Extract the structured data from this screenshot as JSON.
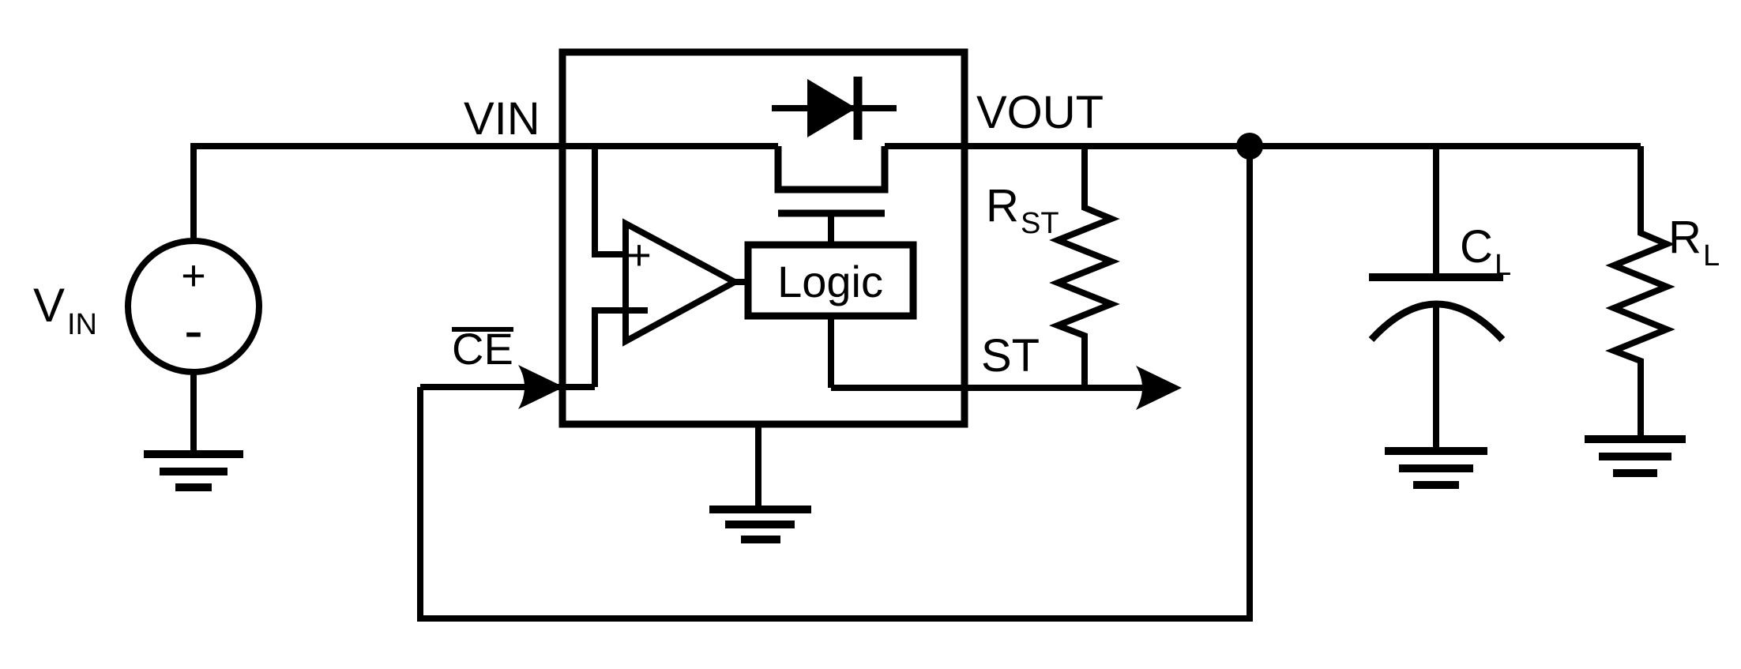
{
  "schematic": {
    "colors": {
      "ink": "#000000",
      "background": "#ffffff"
    },
    "source": {
      "label_main": "V",
      "label_sub": "IN",
      "plus": "+",
      "minus": "-"
    },
    "ic": {
      "pin_vin": "VIN",
      "pin_vout": "VOUT",
      "pin_ce": "CE",
      "pin_st": "ST",
      "logic_block": "Logic",
      "opamp_plus": "+"
    },
    "components": {
      "rst_main": "R",
      "rst_sub": "ST",
      "cl_main": "C",
      "cl_sub": "L",
      "rl_main": "R",
      "rl_sub": "L"
    }
  }
}
